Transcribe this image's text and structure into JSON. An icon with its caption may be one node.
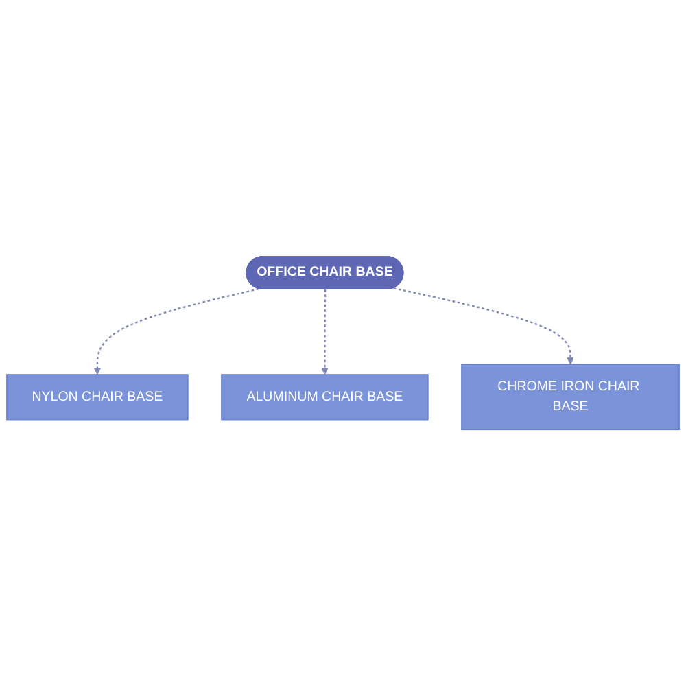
{
  "diagram": {
    "nodes": [
      {
        "text": [
          "OFFICE CHAIR BASE"
        ]
      },
      {
        "text": [
          "NYLON CHAIR BASE"
        ]
      },
      {
        "text": [
          "ALUMINUM CHAIR BASE"
        ]
      },
      {
        "text": [
          "CHROME IRON CHAIR BASE"
        ]
      }
    ],
    "edges": [
      {
        "from": 0,
        "to": 1,
        "arrow": "to",
        "style": "dashed"
      },
      {
        "from": 0,
        "to": 2,
        "arrow": "to",
        "style": "dashed"
      },
      {
        "from": 0,
        "to": 3,
        "arrow": "to",
        "style": "dashed"
      }
    ]
  }
}
